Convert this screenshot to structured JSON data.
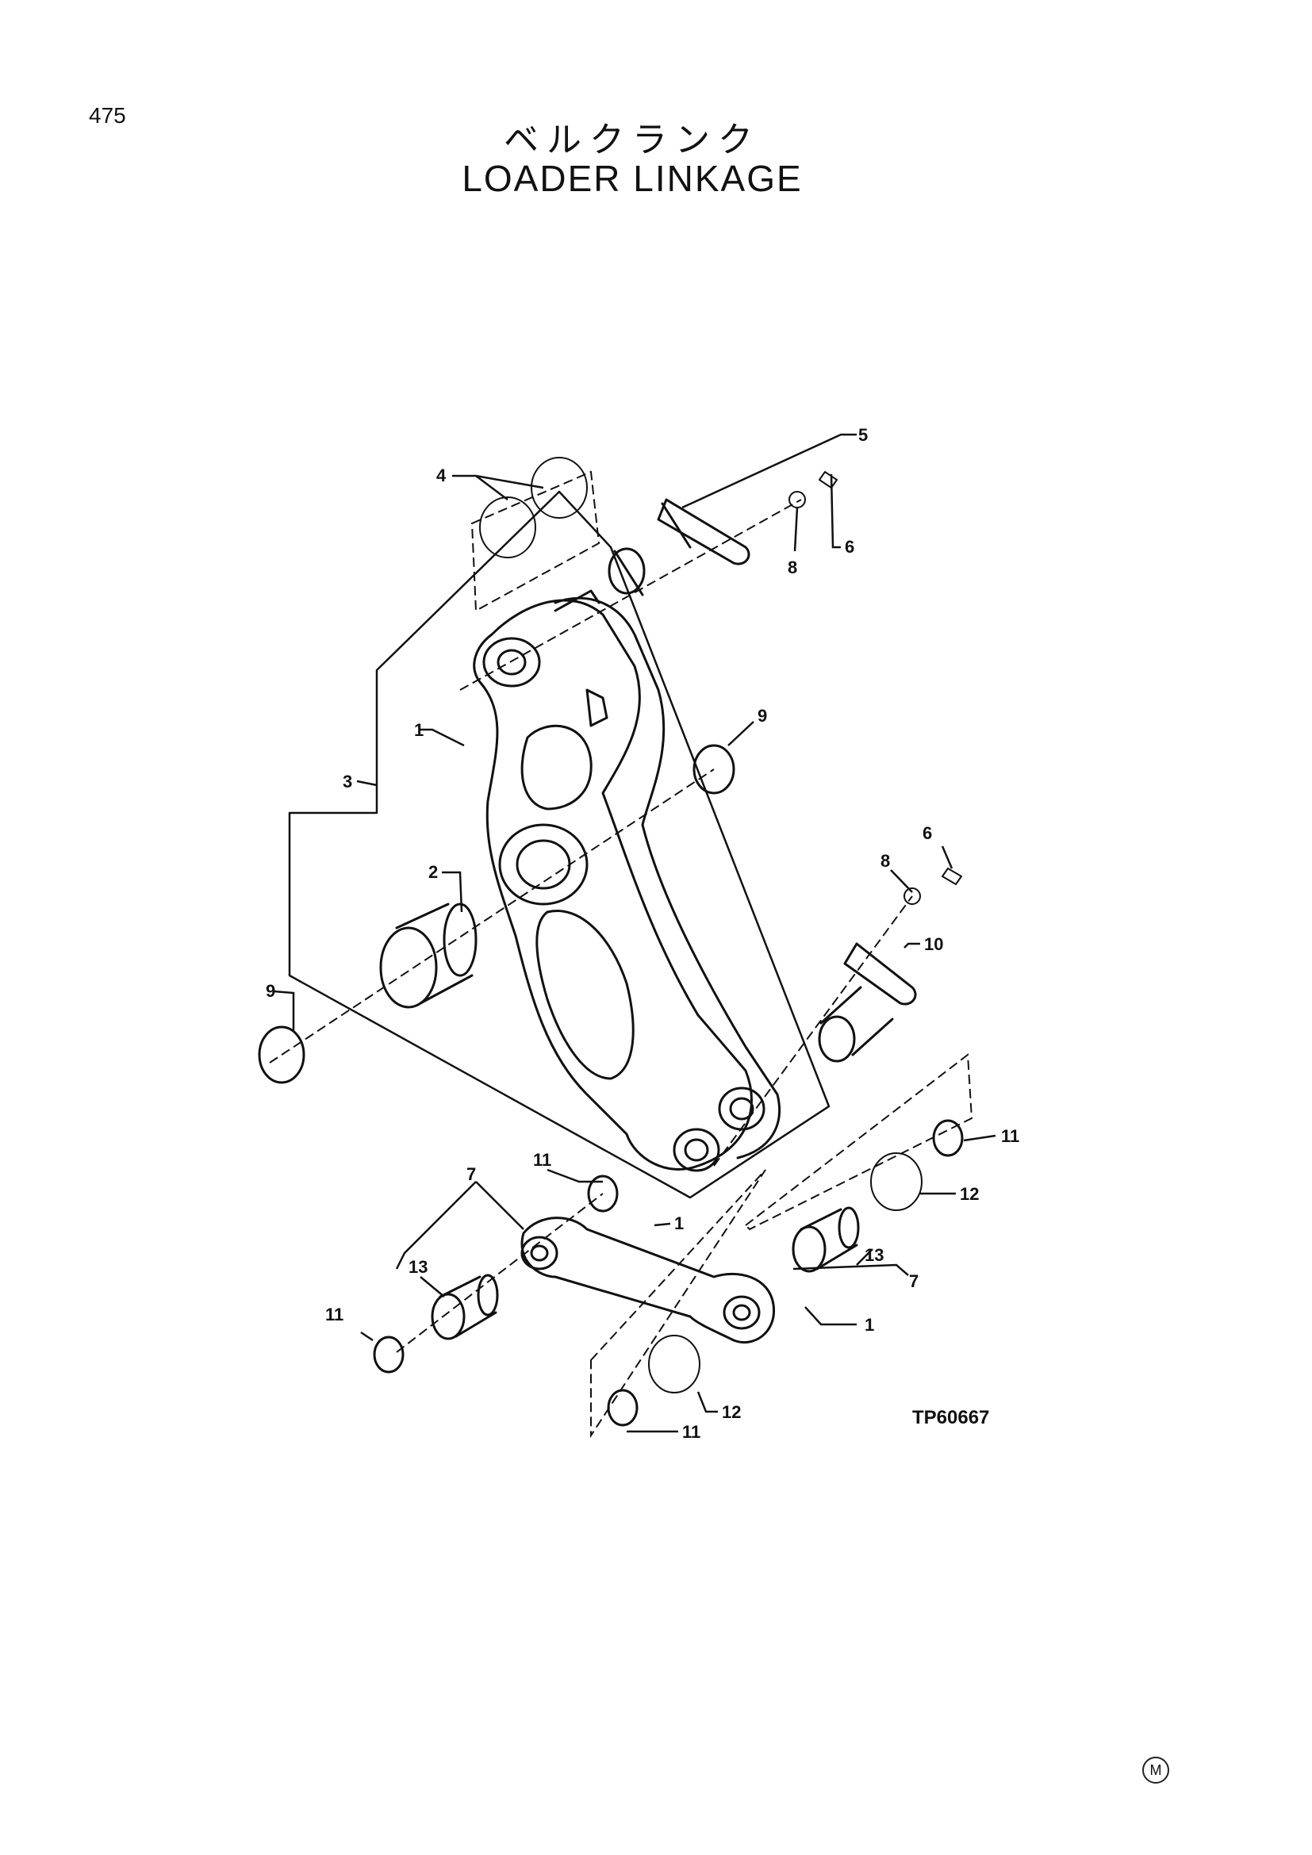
{
  "page": {
    "number": "475",
    "mark": "M"
  },
  "title": {
    "japanese": "ベルクランク",
    "english": "LOADER  LINKAGE"
  },
  "drawing_id": "TP60667",
  "callouts": [
    {
      "id": "c5",
      "label": "5"
    },
    {
      "id": "c4",
      "label": "4"
    },
    {
      "id": "c6a",
      "label": "6"
    },
    {
      "id": "c8a",
      "label": "8"
    },
    {
      "id": "c9a",
      "label": "9"
    },
    {
      "id": "c1a",
      "label": "1"
    },
    {
      "id": "c3",
      "label": "3"
    },
    {
      "id": "c2",
      "label": "2"
    },
    {
      "id": "c6b",
      "label": "6"
    },
    {
      "id": "c8b",
      "label": "8"
    },
    {
      "id": "c10",
      "label": "10"
    },
    {
      "id": "c9b",
      "label": "9"
    },
    {
      "id": "c11a",
      "label": "11"
    },
    {
      "id": "c11b",
      "label": "11"
    },
    {
      "id": "c7a",
      "label": "7"
    },
    {
      "id": "c1b",
      "label": "1"
    },
    {
      "id": "c12a",
      "label": "12"
    },
    {
      "id": "c13a",
      "label": "13"
    },
    {
      "id": "c7b",
      "label": "7"
    },
    {
      "id": "c13b",
      "label": "13"
    },
    {
      "id": "c11c",
      "label": "11"
    },
    {
      "id": "c1c",
      "label": "1"
    },
    {
      "id": "c12b",
      "label": "12"
    },
    {
      "id": "c11d",
      "label": "11"
    }
  ]
}
